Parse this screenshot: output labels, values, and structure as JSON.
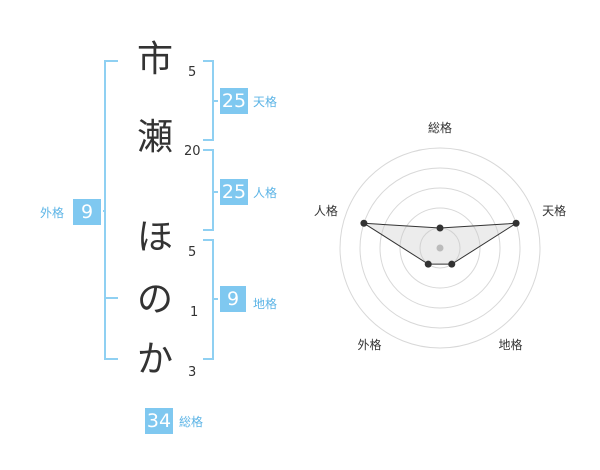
{
  "name": {
    "chars": [
      {
        "char": "市",
        "strokes": "5"
      },
      {
        "char": "瀬",
        "strokes": "20"
      },
      {
        "char": "ほ",
        "strokes": "5"
      },
      {
        "char": "の",
        "strokes": "1"
      },
      {
        "char": "か",
        "strokes": "3"
      }
    ]
  },
  "fortune": {
    "tenkaku": {
      "value": "25",
      "label": "天格"
    },
    "jinkaku": {
      "value": "25",
      "label": "人格"
    },
    "chikaku": {
      "value": "9",
      "label": "地格"
    },
    "gaikaku": {
      "value": "9",
      "label": "外格"
    },
    "soukaku": {
      "value": "34",
      "label": "総格"
    }
  },
  "accent_color": "#7fc8f0",
  "chart_data": {
    "type": "radar",
    "axes": [
      "総格",
      "天格",
      "地格",
      "外格",
      "人格"
    ],
    "values": [
      1,
      4,
      1,
      1,
      4
    ],
    "max": 5,
    "rings": 5
  }
}
